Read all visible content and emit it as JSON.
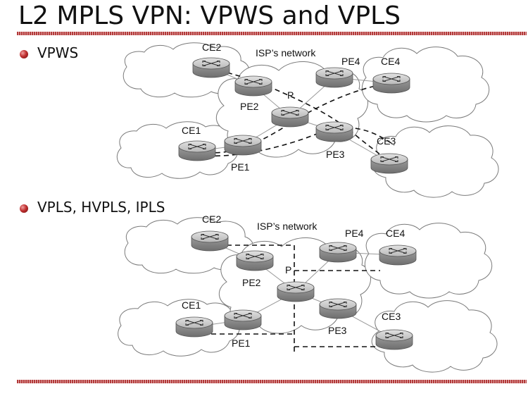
{
  "title": "L2 MPLS VPN: VPWS and VPLS",
  "bullets": [
    "VPWS",
    "VPLS, HVPLS, IPLS"
  ],
  "diagram1": {
    "isp_label": "ISP’s network",
    "labels": {
      "ce1": "CE1",
      "ce2": "CE2",
      "ce3": "CE3",
      "ce4": "CE4",
      "pe1": "PE1",
      "pe2": "PE2",
      "pe3": "PE3",
      "pe4": "PE4",
      "p": "P"
    }
  },
  "diagram2": {
    "isp_label": "ISP’s network",
    "labels": {
      "ce1": "CE1",
      "ce2": "CE2",
      "ce3": "CE3",
      "ce4": "CE4",
      "pe1": "PE1",
      "pe2": "PE2",
      "pe3": "PE3",
      "pe4": "PE4",
      "p": "P"
    }
  },
  "colors": {
    "accent": "#b23a3a",
    "router_top": "#c9c9c9",
    "router_side": "#8c8c8c"
  }
}
